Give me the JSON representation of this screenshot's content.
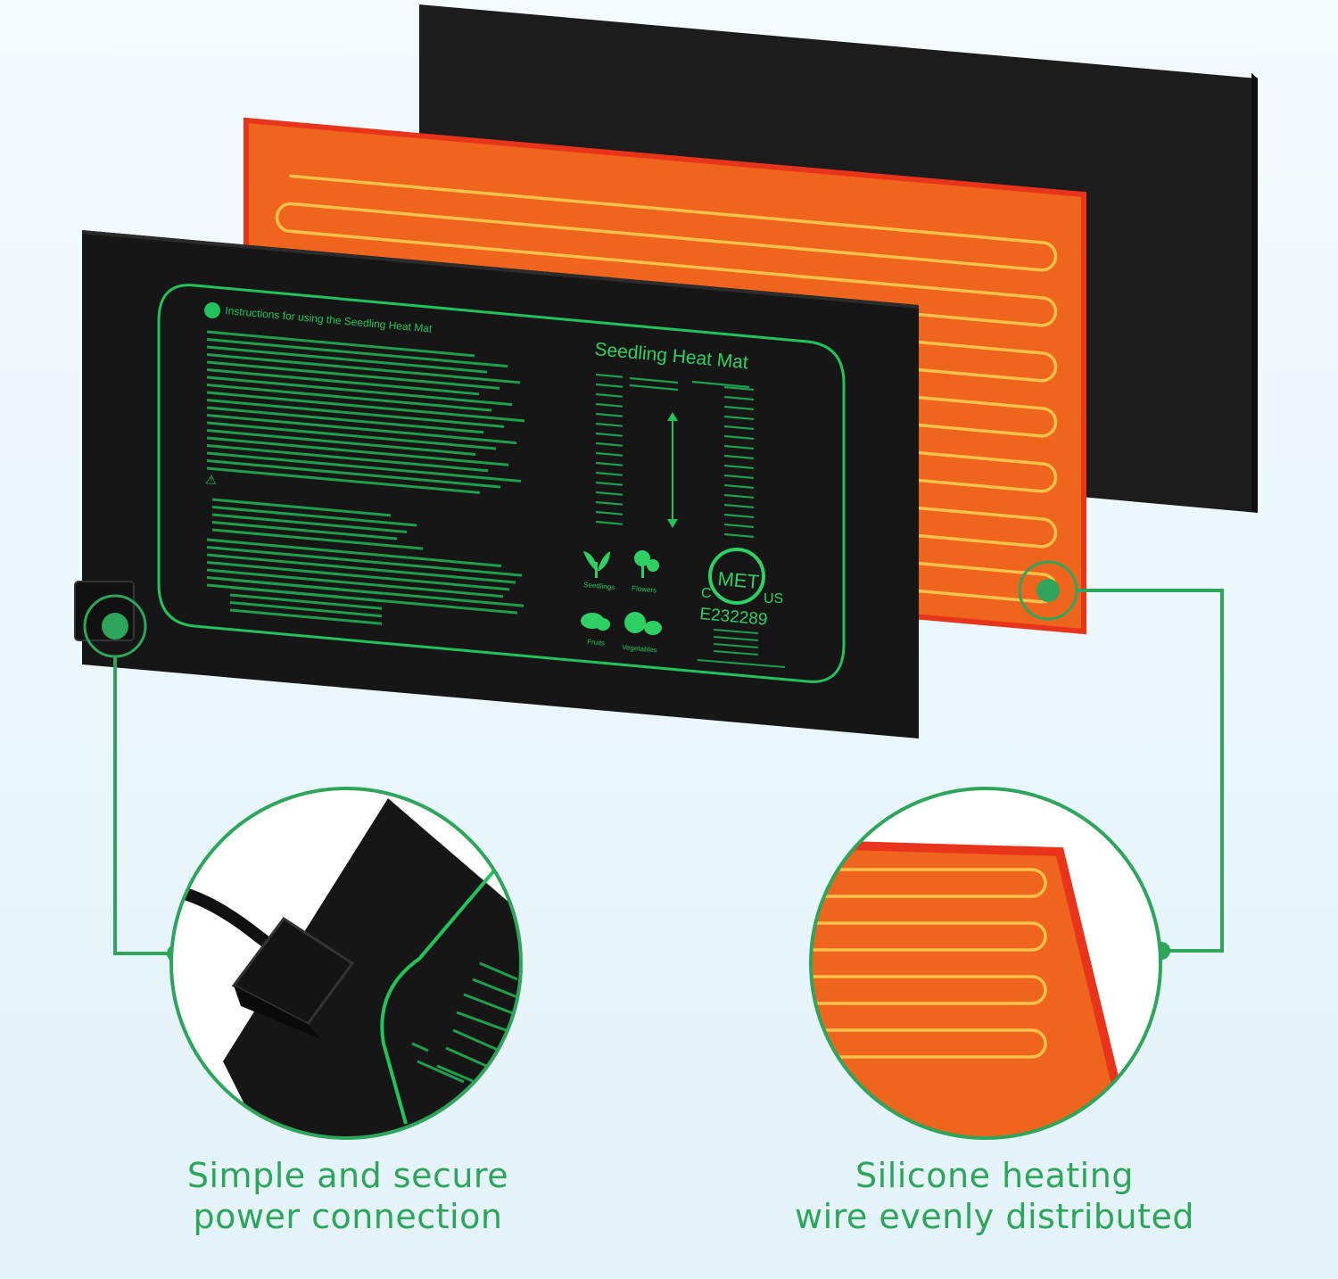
{
  "image": {
    "subject": "Seedling heat mat layer diagram",
    "colors": {
      "background": "#eef8fb",
      "accent_green": "#2ea55a",
      "print_green": "#22c35a",
      "mat_black": "#1b1b1b",
      "heating_orange": "#f0651e",
      "heating_red": "#e8341a",
      "wire_yellow": "#f7c24a"
    }
  },
  "mat_label": {
    "instructions_title": "Instructions for using the Seedling Heat Mat",
    "product_title": "Seedling Heat Mat",
    "cert_mark": "MET",
    "cert_left": "C",
    "cert_right": "US",
    "cert_number": "E232289",
    "icons": [
      "Seedlings",
      "Flowers",
      "Fruits",
      "Vegetables"
    ]
  },
  "captions": {
    "left": [
      "Simple and secure",
      "power connection"
    ],
    "right": [
      "Silicone heating",
      "wire evenly distributed"
    ]
  }
}
